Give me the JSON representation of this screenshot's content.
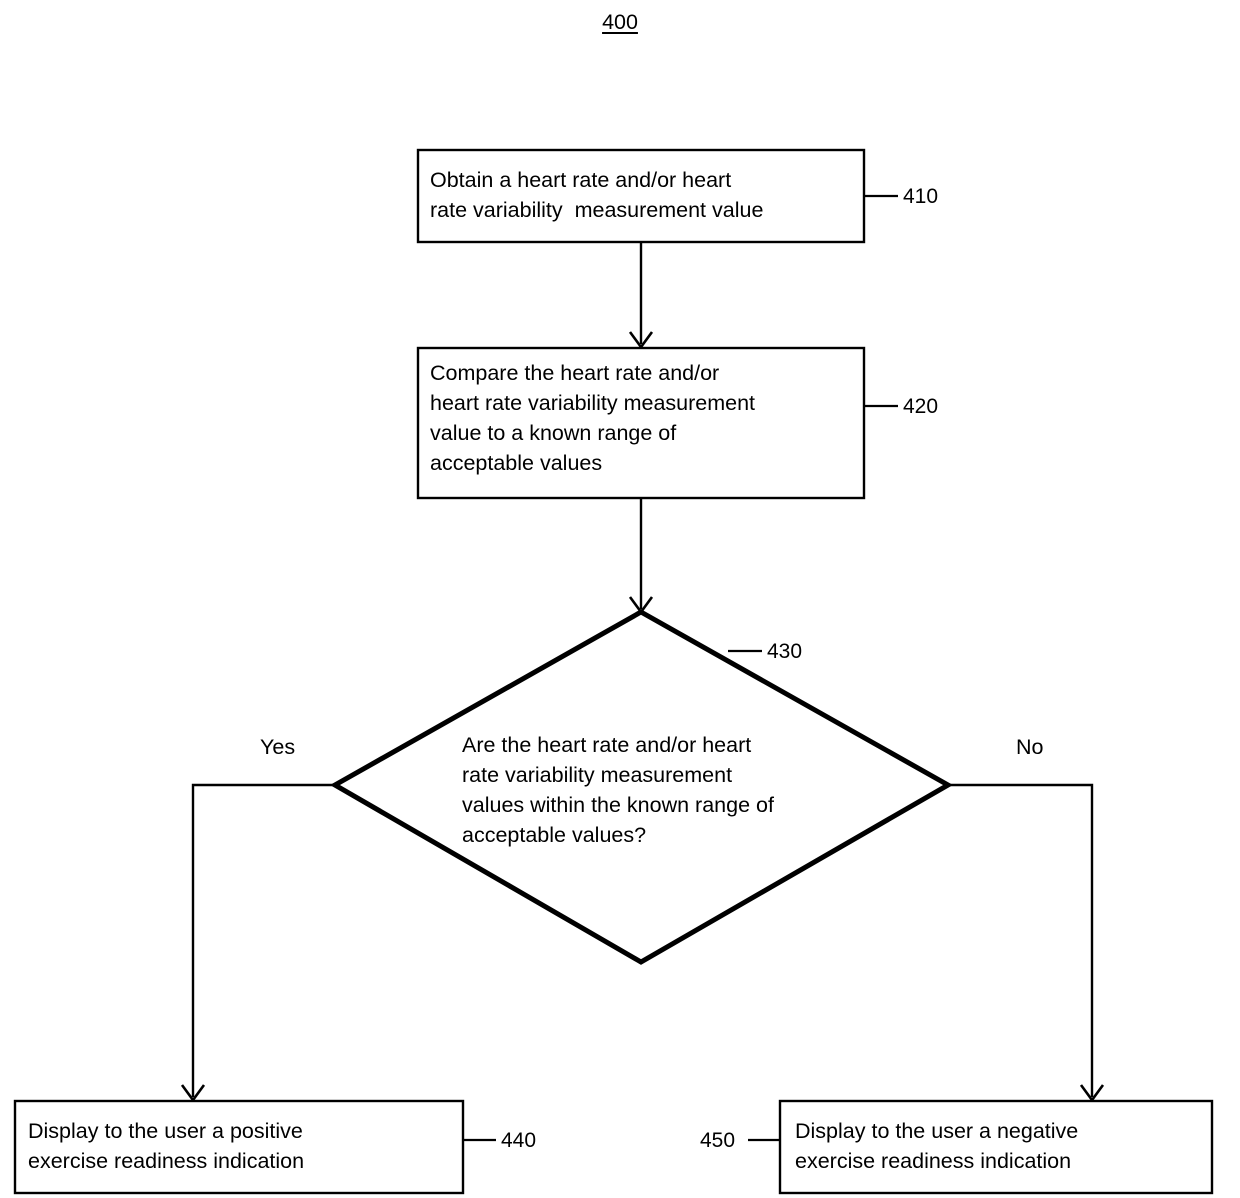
{
  "figure": {
    "number": "400",
    "type": "patent-flowchart",
    "title_underlined": true
  },
  "nodes": [
    {
      "id": "410",
      "shape": "rectangle",
      "ref": "410",
      "ref_side": "right",
      "lines": [
        "Obtain a heart rate and/or heart",
        "rate variability  measurement value"
      ]
    },
    {
      "id": "420",
      "shape": "rectangle",
      "ref": "420",
      "ref_side": "right",
      "lines": [
        "Compare the heart rate and/or",
        "heart rate variability measurement",
        "value to a known range of",
        "acceptable values"
      ]
    },
    {
      "id": "430",
      "shape": "diamond",
      "ref": "430",
      "ref_side": "right",
      "lines": [
        "Are the heart rate and/or heart",
        "rate variability measurement",
        "values within the known range of",
        "acceptable values?"
      ]
    },
    {
      "id": "440",
      "shape": "rectangle",
      "ref": "440",
      "ref_side": "right",
      "lines": [
        "Display to the user a positive",
        "exercise readiness indication"
      ]
    },
    {
      "id": "450",
      "shape": "rectangle",
      "ref": "450",
      "ref_side": "left",
      "lines": [
        "Display to the user a negative",
        "exercise readiness indication"
      ]
    }
  ],
  "branches": {
    "yes_label": "Yes",
    "no_label": "No"
  },
  "colors": {
    "stroke": "#000000",
    "fill": "#ffffff",
    "text": "#000000"
  }
}
